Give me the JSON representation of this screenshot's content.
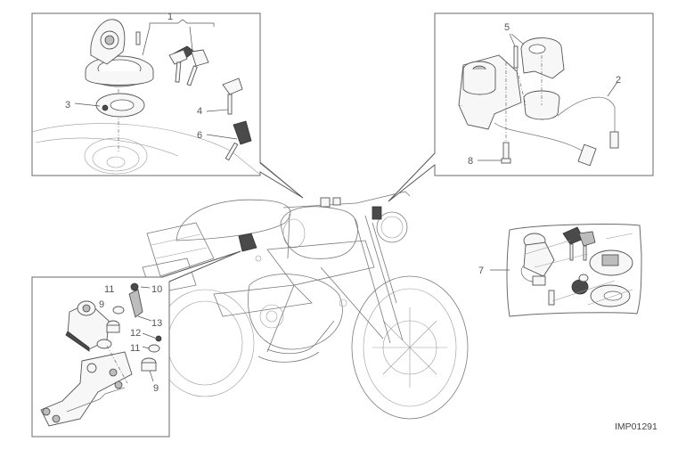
{
  "diagram": {
    "subject": "Motorcycle lock set / ignition switch exploded view",
    "reference_code": "IMP01291",
    "panels": [
      {
        "id": "fuel-cap-keys",
        "location": "top-left",
        "callouts": [
          "1",
          "3",
          "4",
          "6"
        ]
      },
      {
        "id": "ignition-switch",
        "location": "top-right",
        "callouts": [
          "5",
          "2",
          "8"
        ]
      },
      {
        "id": "lock-kit",
        "location": "middle-right",
        "callouts": [
          "7"
        ]
      },
      {
        "id": "control-unit-mount",
        "location": "bottom-left",
        "callouts": [
          "11",
          "10",
          "9",
          "13",
          "12",
          "11",
          "9"
        ]
      }
    ],
    "callouts": {
      "c1": "1",
      "c2": "2",
      "c3": "3",
      "c4": "4",
      "c5": "5",
      "c6": "6",
      "c7": "7",
      "c8": "8",
      "c9a": "9",
      "c9b": "9",
      "c10": "10",
      "c11a": "11",
      "c11b": "11",
      "c12": "12",
      "c13": "13"
    }
  }
}
